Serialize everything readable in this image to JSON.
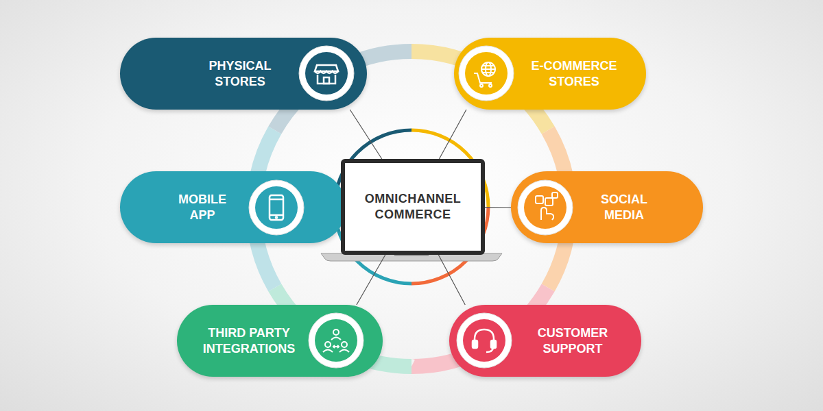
{
  "diagram": {
    "nodes": [
      {
        "text": [
          "PHYSICAL STORES"
        ]
      },
      {
        "text": [
          "E-COMMERCE STORES"
        ]
      },
      {
        "text": [
          "MOBILE APP"
        ]
      },
      {
        "text": [
          "OMNICHANNEL COMMERCE"
        ]
      },
      {
        "text": [
          "SOCIAL MEDIA"
        ]
      },
      {
        "text": [
          "THIRD PARTY INTEGRATIONS"
        ]
      },
      {
        "text": [
          "CUSTOMER SUPPORT"
        ]
      }
    ],
    "edges": [
      {
        "from": 3,
        "to": 0,
        "arrow": "none"
      },
      {
        "from": 3,
        "to": 1,
        "arrow": "none"
      },
      {
        "from": 3,
        "to": 2,
        "arrow": "none"
      },
      {
        "from": 3,
        "to": 4,
        "arrow": "none"
      },
      {
        "from": 3,
        "to": 5,
        "arrow": "none"
      },
      {
        "from": 3,
        "to": 6,
        "arrow": "none"
      }
    ]
  }
}
